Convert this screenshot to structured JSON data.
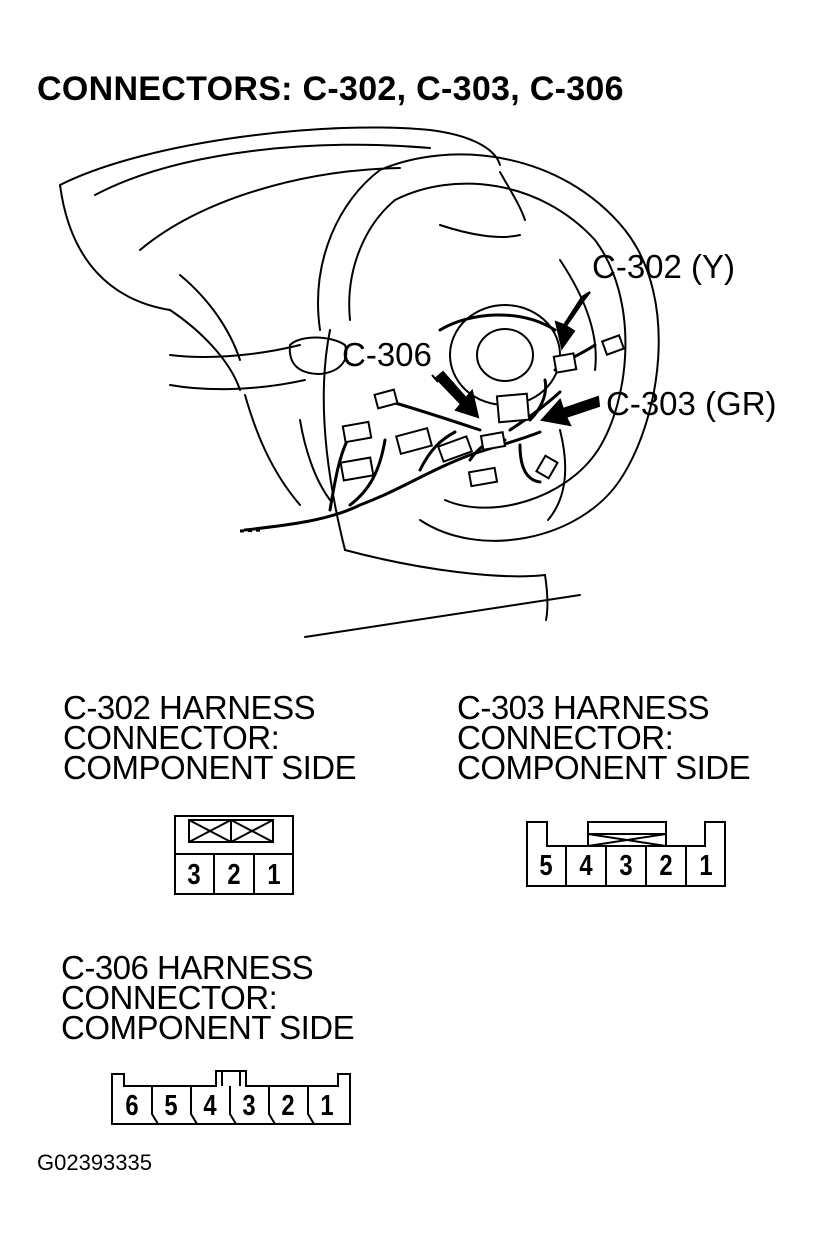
{
  "title": "CONNECTORS: C-302, C-303, C-306",
  "callouts": {
    "c302": "C-302 (Y)",
    "c303": "C-303 (GR)",
    "c306": "C-306"
  },
  "connectors": {
    "c302": {
      "label_lines": [
        "C-302 HARNESS",
        "CONNECTOR:",
        "COMPONENT SIDE"
      ],
      "pins": [
        "3",
        "2",
        "1"
      ]
    },
    "c303": {
      "label_lines": [
        "C-303 HARNESS",
        "CONNECTOR:",
        "COMPONENT SIDE"
      ],
      "pins": [
        "5",
        "4",
        "3",
        "2",
        "1"
      ]
    },
    "c306": {
      "label_lines": [
        "C-306 HARNESS",
        "CONNECTOR:",
        "COMPONENT SIDE"
      ],
      "pins": [
        "6",
        "5",
        "4",
        "3",
        "2",
        "1"
      ]
    }
  },
  "figure_id": "G02393335"
}
